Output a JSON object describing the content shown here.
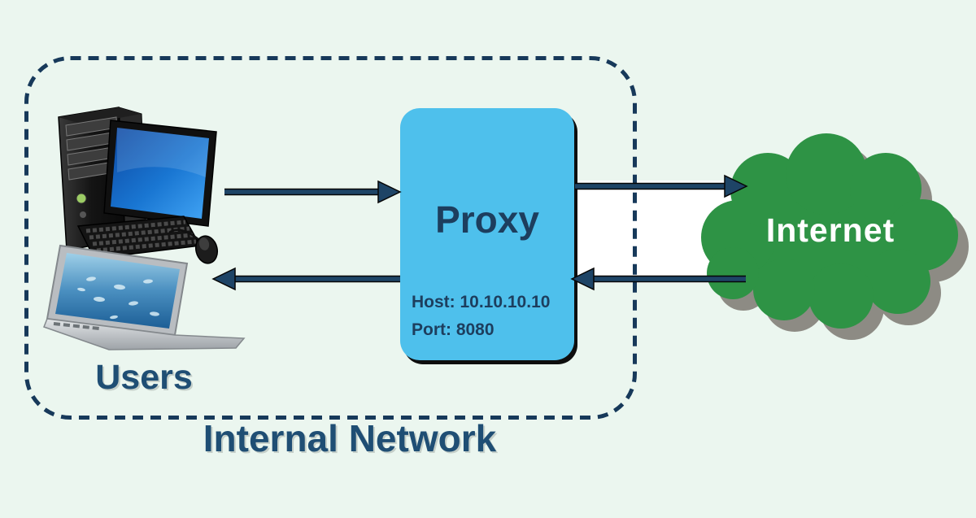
{
  "background_color": "#EBF6EF",
  "internal_network": {
    "label": "Internal Network",
    "border_color": "#17395A"
  },
  "users": {
    "label": "Users",
    "devices": [
      "desktop-computer",
      "laptop"
    ]
  },
  "proxy": {
    "title": "Proxy",
    "host": "Host: 10.10.10.10",
    "port": "Port: 8080",
    "fill_color": "#4EC0EC",
    "text_color": "#1D3E5E"
  },
  "internet": {
    "label": "Internet",
    "cloud_color": "#2E9345",
    "cloud_shadow_color": "#8D8B84",
    "label_color": "#FFFFFF"
  },
  "arrows": {
    "color": "#1B3E63",
    "items": [
      {
        "name": "users-to-proxy",
        "direction": "right"
      },
      {
        "name": "proxy-to-users",
        "direction": "left"
      },
      {
        "name": "proxy-to-internet",
        "direction": "right"
      },
      {
        "name": "internet-to-proxy",
        "direction": "left"
      }
    ]
  }
}
